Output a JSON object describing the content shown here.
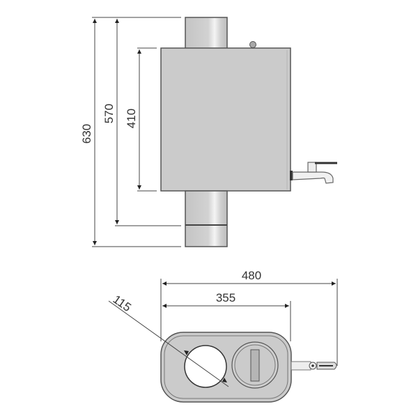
{
  "diagram": {
    "type": "technical-drawing",
    "subject": "water tank on chimney pipe with tap",
    "colors": {
      "body_fill": "#cbcbcb",
      "outline": "#555555",
      "dim_line": "#444444",
      "text": "#333333",
      "background": "#ffffff"
    },
    "side_view": {
      "dimensions": {
        "total_height": "630",
        "pipe_height": "570",
        "tank_height": "410"
      }
    },
    "top_view": {
      "dimensions": {
        "overall_width": "480",
        "tank_width": "355",
        "pipe_diameter": "115"
      }
    }
  }
}
